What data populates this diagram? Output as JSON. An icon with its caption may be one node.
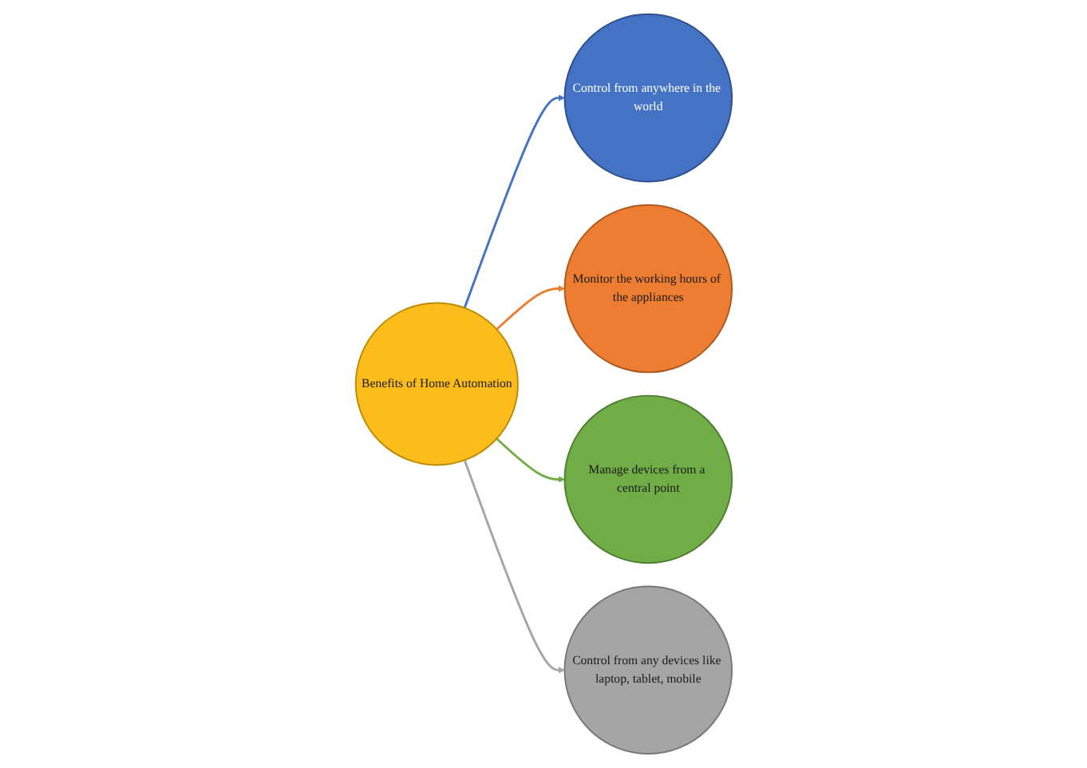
{
  "diagram": {
    "nodes": [
      {
        "text": [
          "Control from anywhere in the world"
        ]
      },
      {
        "text": [
          "Monitor the working hours of the appliances"
        ]
      },
      {
        "text": [
          "Benefits of Home Automation"
        ]
      },
      {
        "text": [
          "Manage devices from a central point"
        ]
      },
      {
        "text": [
          "Control from any devices like laptop, tablet, mobile"
        ]
      }
    ],
    "edges": [
      {
        "from": 2,
        "to": 0,
        "arrow": "to",
        "color": "#4472c4"
      },
      {
        "from": 2,
        "to": 1,
        "arrow": "to",
        "color": "#ed7d31"
      },
      {
        "from": 2,
        "to": 3,
        "arrow": "to",
        "color": "#70ad47"
      },
      {
        "from": 2,
        "to": 4,
        "arrow": "to",
        "color": "#a5a5a5"
      }
    ]
  }
}
